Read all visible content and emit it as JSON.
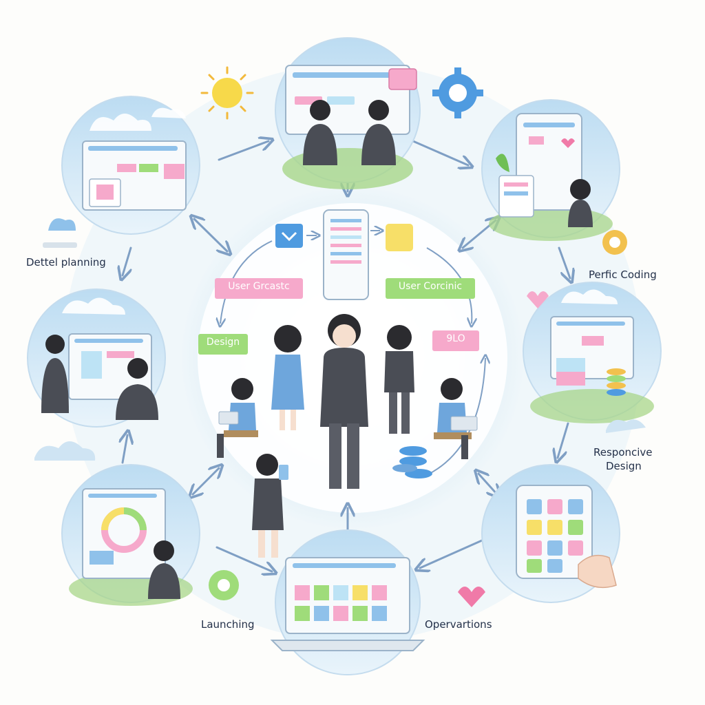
{
  "labels": {
    "detail_planning": "Dettel planning",
    "perfic_coding": "Perfic Coding",
    "responsive_design_line1": "Responcive",
    "responsive_design_line2": "Design",
    "launching": "Launching",
    "operations": "Opervartions"
  },
  "center_tags": {
    "user_left": "User Grcastc",
    "user_right": "User Corcinic",
    "design": "Design",
    "seo": "9LO"
  },
  "colors": {
    "circle_fill": "#cfe4f3",
    "glow": "#dff0f8",
    "arrow": "#7f9fc4",
    "pink": "#f6a9cb",
    "green": "#9fdc7a",
    "blue": "#4f9be0",
    "yellow": "#f7df68",
    "suit": "#4a4d55",
    "label_text": "#233049"
  },
  "icons": [
    "sun-icon",
    "gear-icon",
    "heart-icon",
    "cloud-icon",
    "chevron-down-icon",
    "coin-stack-icon"
  ]
}
